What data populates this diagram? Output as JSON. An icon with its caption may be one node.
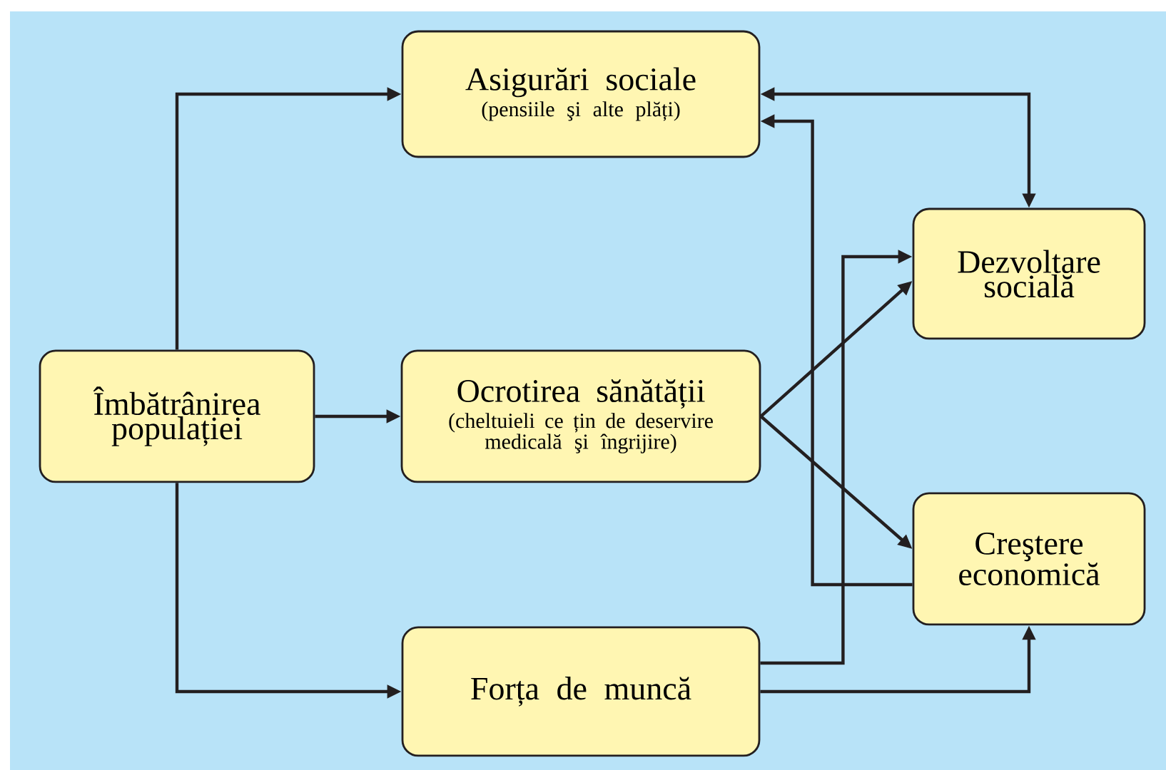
{
  "diagram": {
    "nodes": [
      {
        "text": [
          "Asigurări sociale",
          "(pensiile şi alte plăți)"
        ]
      },
      {
        "text": [
          "Îmbătrânirea populației"
        ]
      },
      {
        "text": [
          "Ocrotirea sănătății",
          "(cheltuieli ce țin de deservire medicală şi îngrijire)"
        ]
      },
      {
        "text": [
          "Dezvoltare socială"
        ]
      },
      {
        "text": [
          "Creştere economică"
        ]
      },
      {
        "text": [
          "Forța de muncă"
        ]
      }
    ],
    "edges": [
      {
        "from": 1,
        "to": 0,
        "arrow": "to"
      },
      {
        "from": 1,
        "to": 2,
        "arrow": "to"
      },
      {
        "from": 1,
        "to": 5,
        "arrow": "to"
      },
      {
        "from": 0,
        "to": 3,
        "arrow": "both"
      },
      {
        "from": 2,
        "to": 3,
        "arrow": "to"
      },
      {
        "from": 2,
        "to": 4,
        "arrow": "to"
      },
      {
        "from": 5,
        "to": 3,
        "arrow": "to"
      },
      {
        "from": 5,
        "to": 4,
        "arrow": "to"
      },
      {
        "from": 4,
        "to": 0,
        "arrow": "to"
      }
    ]
  }
}
